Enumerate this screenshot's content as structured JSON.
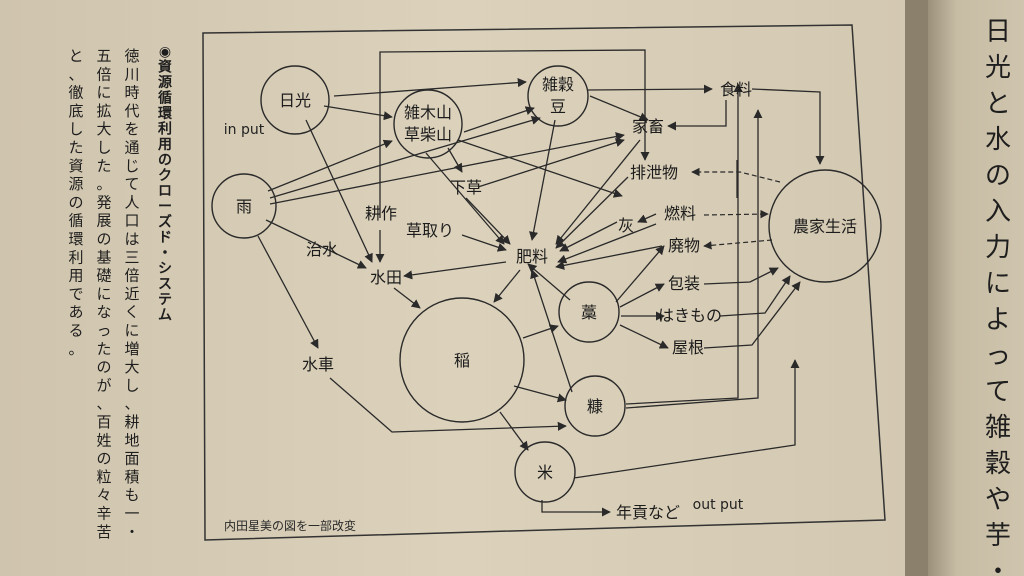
{
  "side_text": {
    "heading": "◉資源循環利用のクローズド・システム",
    "col1": "徳川時代を通じて人口は三倍近くに増大し、耕地面積も一・",
    "col2": "五倍に拡大した。発展の基礎になったのが、百姓の粒々辛苦",
    "col3": "と、徹底した資源の循環利用である。"
  },
  "right_page_text": "日光と水の入力によって雑穀や芋・",
  "diagram": {
    "labels": {
      "input": "in put",
      "output": "out put",
      "caption": "内田星美の図を一部改変"
    },
    "circles": {
      "nikko": "日光",
      "rain": "雨",
      "zakoku": [
        "雑穀",
        "豆"
      ],
      "zoki": [
        "雑木山",
        "草柴山"
      ],
      "ine": "稲",
      "wara": "藁",
      "nuka": "糠",
      "kome": "米",
      "noka": "農家生活"
    },
    "texts": {
      "shokuryo": "食料",
      "kachiku": "家畜",
      "haisetsu": "排泄物",
      "nenryo": "燃料",
      "hai": "灰",
      "haibutsu": "廃物",
      "hoso": "包装",
      "hakimono": "はきもの",
      "yane": "屋根",
      "shitakusa": "下草",
      "kosaku": "耕作",
      "kusatori": "草取り",
      "hiryo": "肥料",
      "chisui": "治水",
      "suiden": "水田",
      "suisha": "水車",
      "nengu": "年貢など"
    }
  }
}
